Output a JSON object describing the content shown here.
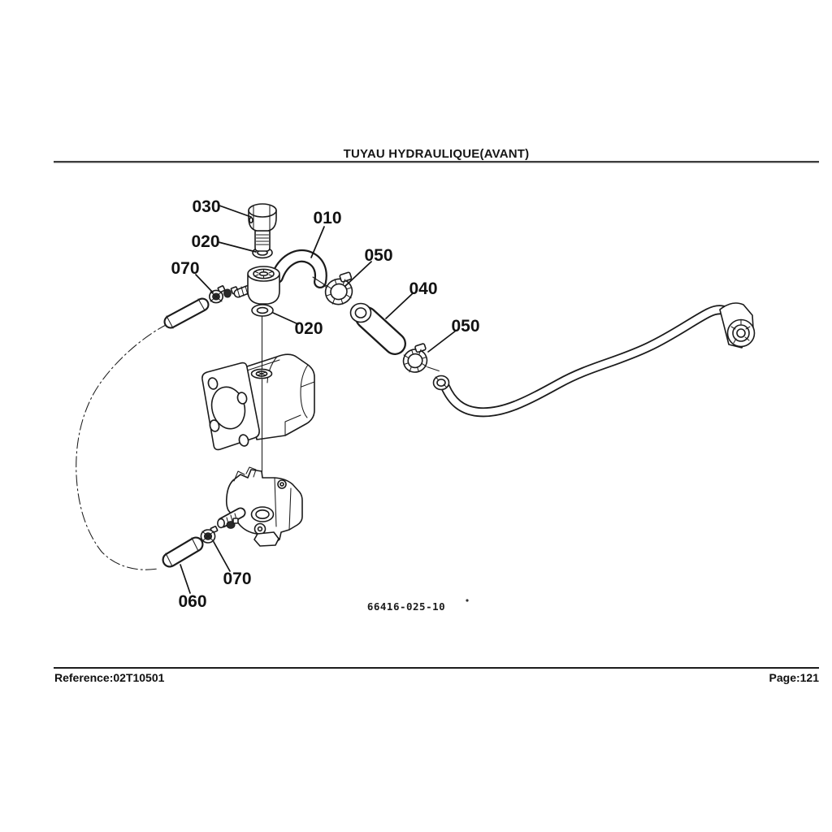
{
  "header": {
    "title": "TUYAU HYDRAULIQUE(AVANT)"
  },
  "footer": {
    "reference": "Reference:02T10501",
    "page": "Page:121"
  },
  "diagram": {
    "drawing_number": "66416-025-10",
    "callouts": [
      {
        "label": "030"
      },
      {
        "label": "020"
      },
      {
        "label": "070"
      },
      {
        "label": "010"
      },
      {
        "label": "050"
      },
      {
        "label": "040"
      },
      {
        "label": "050"
      },
      {
        "label": "020"
      },
      {
        "label": "070"
      },
      {
        "label": "060"
      }
    ]
  }
}
